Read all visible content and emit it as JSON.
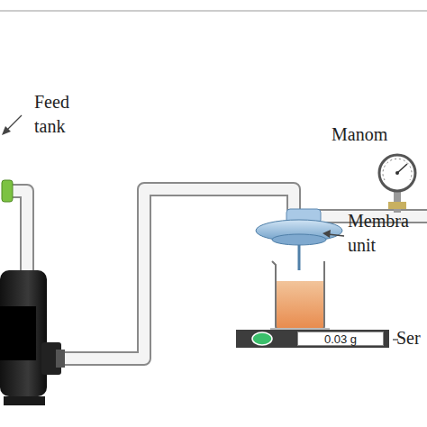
{
  "diagram": {
    "nodes": [
      {
        "text": [
          "0.03 g"
        ]
      }
    ],
    "labels": [
      "Feed tank",
      "Manom",
      "Membra unit",
      "Ser"
    ]
  }
}
